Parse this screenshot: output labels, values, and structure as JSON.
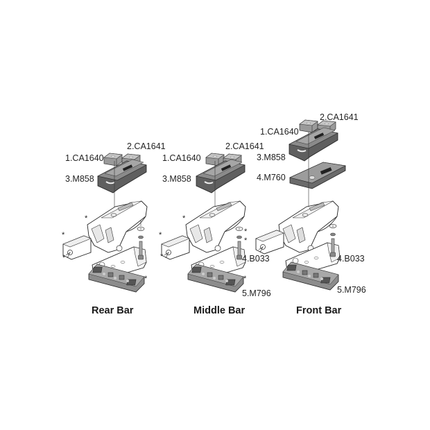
{
  "diagram": {
    "type": "exploded-parts-diagram",
    "subject": "roof bar foot assembly",
    "assemblies": [
      {
        "title": "Rear Bar",
        "parts": [
          {
            "label": "1.CA1640"
          },
          {
            "label": "2.CA1641"
          },
          {
            "label": "3.M858"
          }
        ],
        "marker": "*"
      },
      {
        "title": "Middle Bar",
        "parts": [
          {
            "label": "1.CA1640"
          },
          {
            "label": "2.CA1641"
          },
          {
            "label": "3.M858"
          },
          {
            "label": "4.B033"
          },
          {
            "label": "5.M796"
          }
        ],
        "marker": "*"
      },
      {
        "title": "Front Bar",
        "parts": [
          {
            "label": "1.CA1640"
          },
          {
            "label": "2.CA1641"
          },
          {
            "label": "3.M858"
          },
          {
            "label": "4.M760"
          },
          {
            "label": "4.B033"
          },
          {
            "label": "5.M796"
          }
        ]
      }
    ]
  }
}
